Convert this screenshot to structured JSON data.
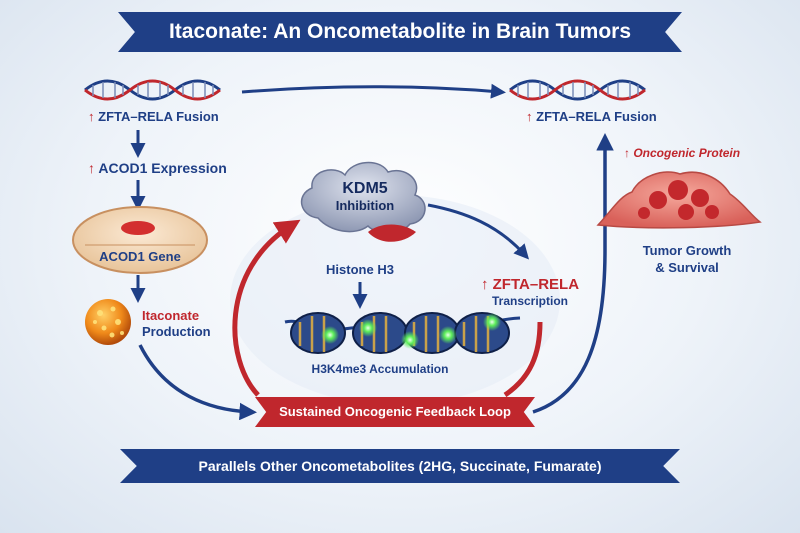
{
  "title": "Itaconate: An Oncometabolite in Brain Tumors",
  "zfta_left": "ZFTA–RELA Fusion",
  "zfta_right": "ZFTA–RELA Fusion",
  "acod1_expression": "ACOD1 Expression",
  "acod1_gene": "ACOD1 Gene",
  "itaconate_line1": "Itaconate",
  "itaconate_line2": "Production",
  "kdm5_line1": "KDM5",
  "kdm5_line2": "Inhibition",
  "histone": "Histone H3",
  "h3k4me3": "H3K4me3 Accumulation",
  "zfta_transcription_line1": "ZFTA–RELA",
  "zfta_transcription_line2": "Transcription",
  "oncogenic_protein": "Oncogenic Protein",
  "tumor_line1": "Tumor Growth",
  "tumor_line2": "& Survival",
  "feedback_loop": "Sustained Oncogenic Feedback Loop",
  "bottom_banner": "Parallels Other Oncometabolites (2HG, Succinate, Fumarate)",
  "colors": {
    "navy": "#1f3f86",
    "red": "#c0272d",
    "orange": "#f08a1a",
    "green": "#5ef05a"
  },
  "icons": [
    "dna-helix-icon",
    "cell-icon",
    "itaconate-molecule-icon",
    "kdm5-enzyme-icon",
    "nucleosome-icon",
    "tumor-icon"
  ]
}
